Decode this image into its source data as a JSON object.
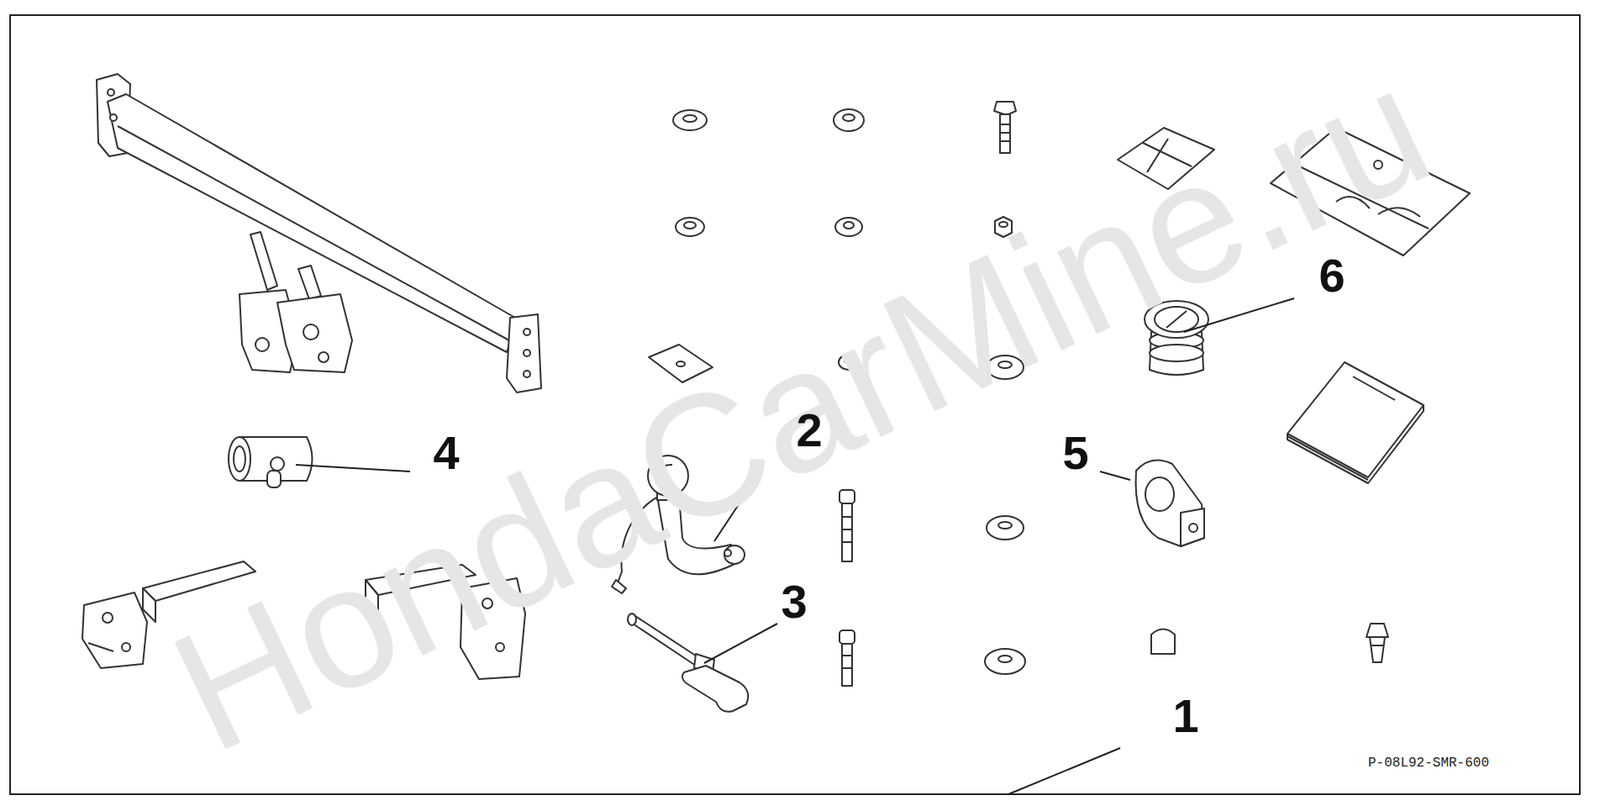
{
  "diagram": {
    "labels": [
      "HondaCarMine.ru",
      "4",
      "2",
      "3",
      "5",
      "6",
      "1",
      "P-08L92-SMR-600"
    ]
  }
}
